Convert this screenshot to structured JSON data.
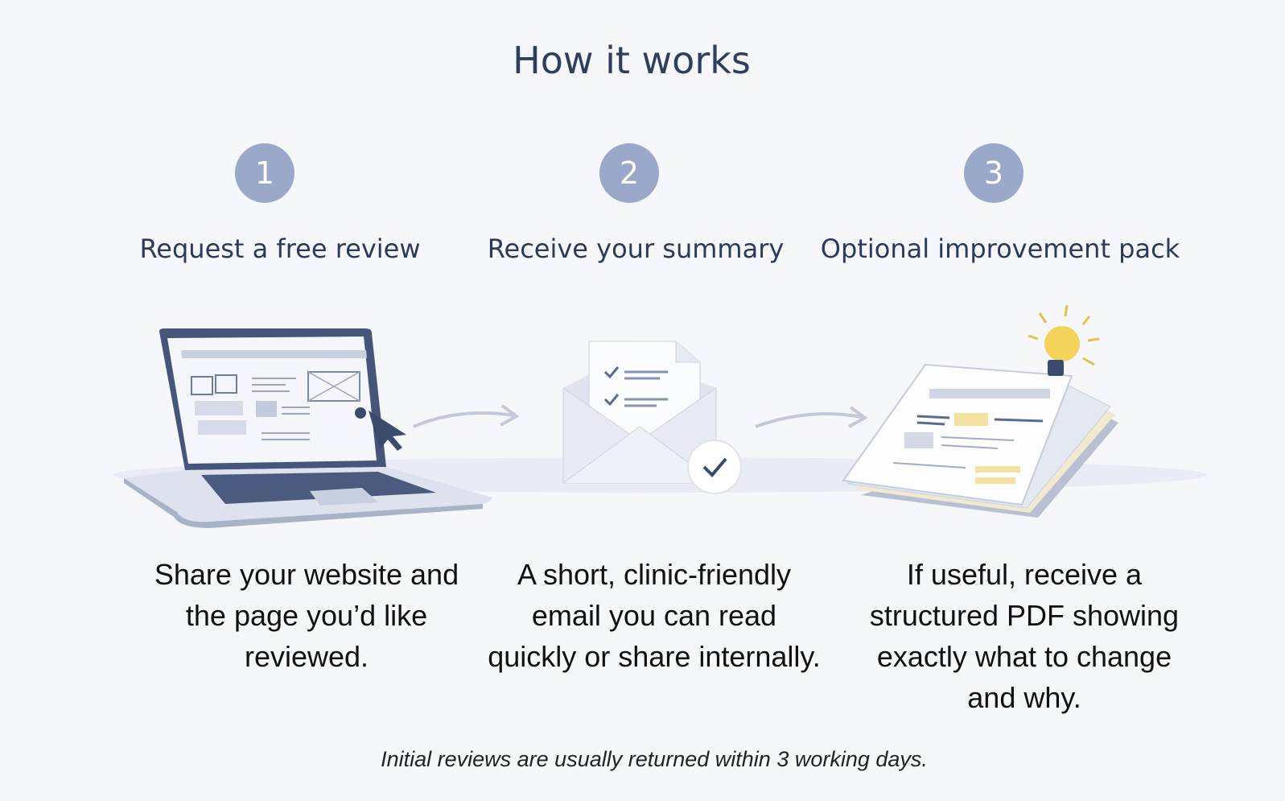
{
  "title": "How it works",
  "steps": [
    {
      "number": "1",
      "title": "Request a free review",
      "description": "Share your website and the page you’d like reviewed.",
      "illustration": "laptop-icon"
    },
    {
      "number": "2",
      "title": "Receive your summary",
      "description": "A short, clinic-friendly email you can read quickly or share internally.",
      "illustration": "envelope-icon"
    },
    {
      "number": "3",
      "title": "Optional improvement pack",
      "description": "If useful, receive a structured PDF showing exactly what to change and why.",
      "illustration": "document-stack-icon"
    }
  ],
  "footnote": "Initial reviews are usually returned within 3 working days.",
  "colors": {
    "title": "#2e3e5c",
    "badge": "#9aa9c9",
    "background": "#f6f7fb",
    "accent_yellow": "#f3d35a"
  }
}
